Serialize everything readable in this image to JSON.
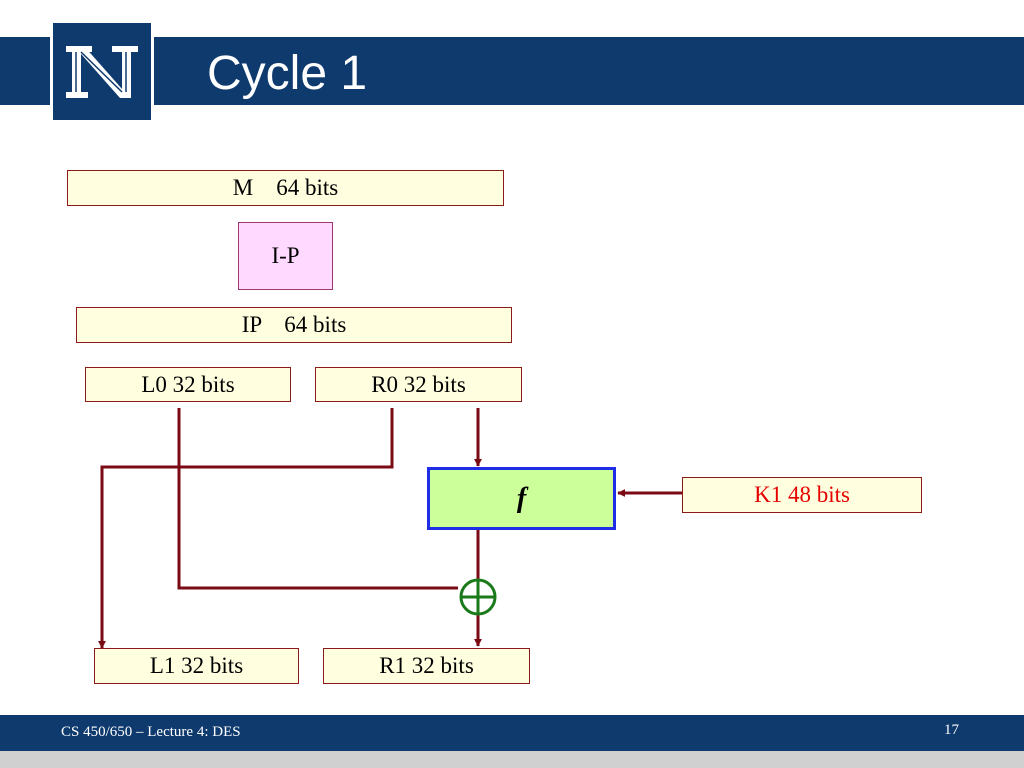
{
  "slide": {
    "title": "Cycle 1",
    "footer": "CS 450/650 – Lecture 4: DES",
    "page_number": "17"
  },
  "diagram": {
    "m_block": "M    64 bits",
    "ip_permutation": "I-P",
    "ip_block": "IP    64 bits",
    "l0_block": "L0 32 bits",
    "r0_block": "R0 32 bits",
    "f_function": "f",
    "k1_block": "K1 48 bits",
    "l1_block": "L1 32 bits",
    "r1_block": "R1 32 bits"
  },
  "colors": {
    "brand_navy": "#0f3a6e",
    "arrow_maroon": "#7a0a14",
    "xor_green": "#1a7a1a",
    "key_text_red": "#e60000",
    "f_box_border_blue": "#1f2ee6"
  }
}
